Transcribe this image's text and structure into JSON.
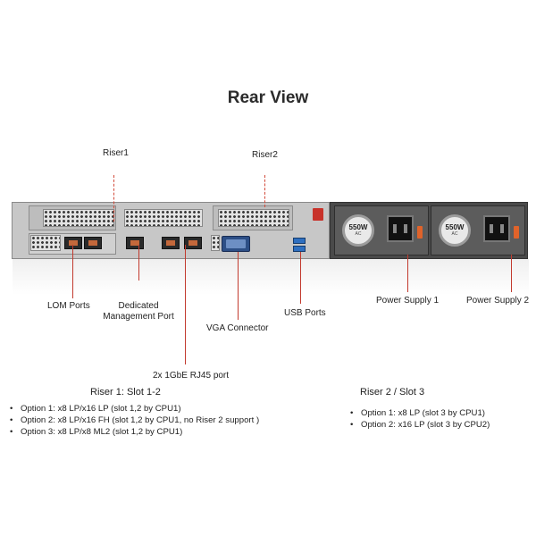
{
  "title": "Rear View",
  "labels": {
    "riser1": "Riser1",
    "riser2": "Riser2",
    "lom_ports": "LOM Ports",
    "dedicated_mgmt_port": "Dedicated Management Port",
    "vga_connector": "VGA Connector",
    "usb_ports": "USB Ports",
    "power_supply_1": "Power Supply 1",
    "power_supply_2": "Power Supply 2",
    "rj45_port": "2x 1GbE RJ45 port"
  },
  "psu": {
    "wattage": "550W",
    "ac": "AC"
  },
  "riser1_section": {
    "heading": "Riser 1: Slot 1-2",
    "options": [
      "Option 1: x8 LP/x16 LP (slot 1,2 by CPU1)",
      "Option 2: x8 LP/x16 FH (slot 1,2 by CPU1, no Riser 2 support )",
      "Option 3: x8 LP/x8 ML2 (slot 1,2 by CPU1)"
    ]
  },
  "riser2_section": {
    "heading": "Riser 2 / Slot 3",
    "options": [
      "Option 1: x8 LP (slot 3 by CPU1)",
      "Option 2: x16 LP (slot 3 by CPU2)"
    ]
  },
  "colors": {
    "accent": "#c23a2e",
    "chassis": "#c7c7c7",
    "psu": "#4a4a4a",
    "vga": "#2d4f86",
    "usb": "#2e6fc0",
    "psu_handle": "#e0632a"
  }
}
